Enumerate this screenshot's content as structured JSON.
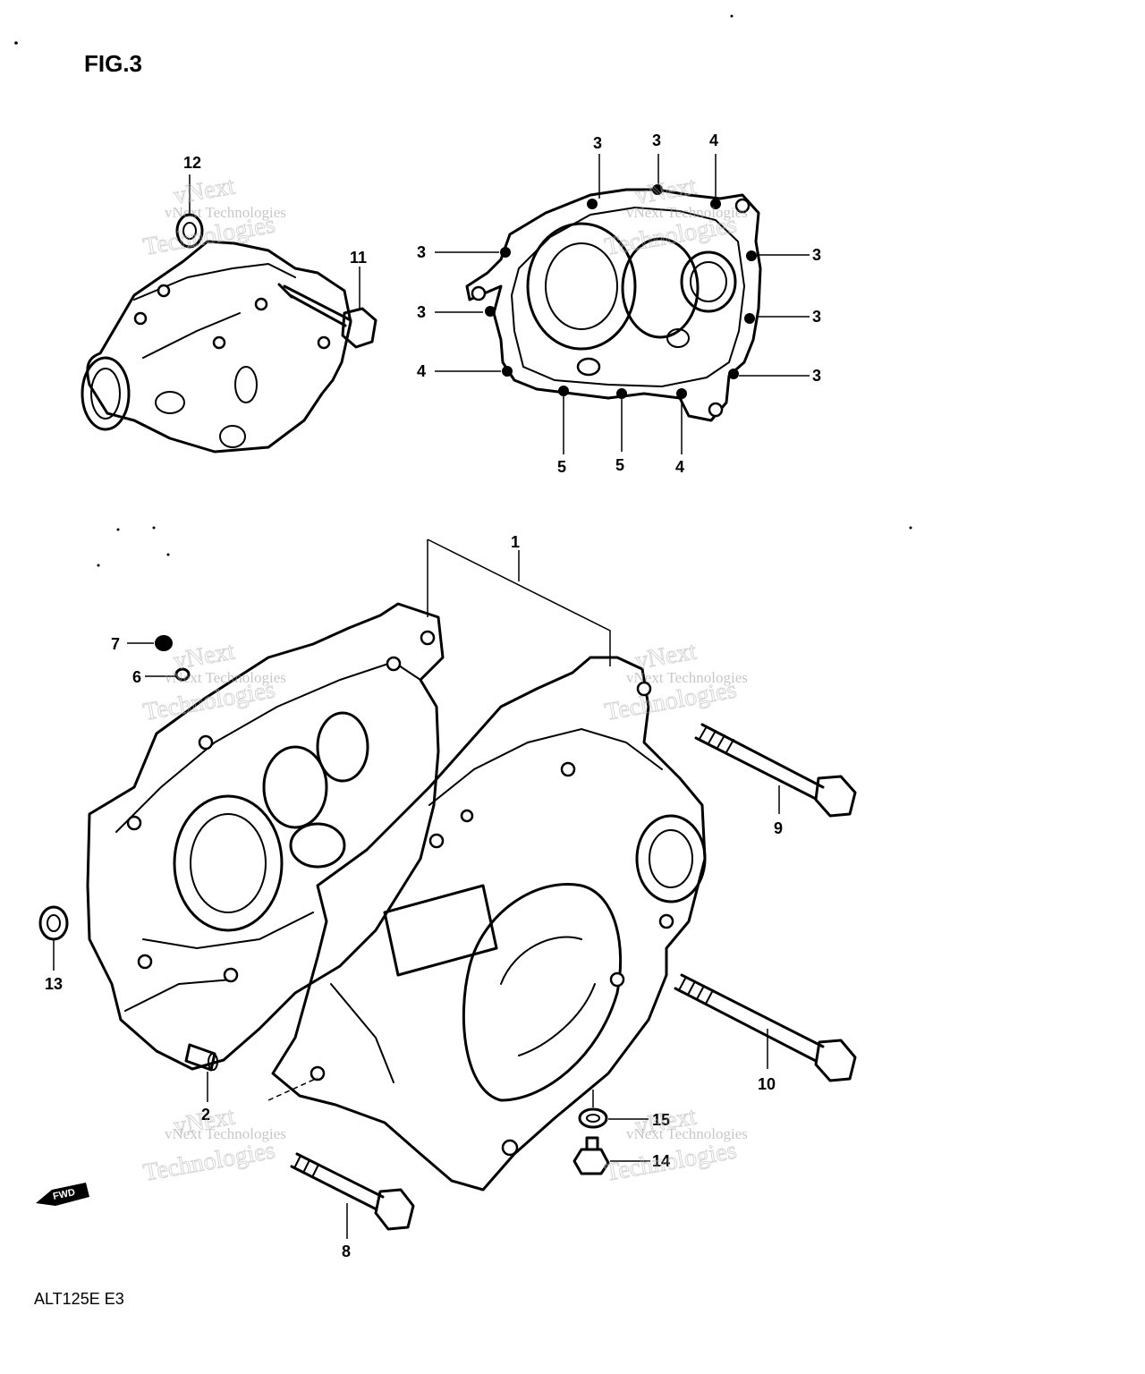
{
  "figure": {
    "title": "FIG.3",
    "model_code": "ALT125E  E3",
    "direction_tag": "FWD"
  },
  "watermark": {
    "brand": "vNext",
    "company": "vNext Technologies",
    "word": "Technologies"
  },
  "callouts": {
    "c1": "1",
    "c2": "2",
    "c3a": "3",
    "c3b": "3",
    "c3c": "3",
    "c3d": "3",
    "c3e": "3",
    "c3f": "3",
    "c3g": "3",
    "c4a": "4",
    "c4b": "4",
    "c4c": "4",
    "c5a": "5",
    "c5b": "5",
    "c6": "6",
    "c7": "7",
    "c8": "8",
    "c9": "9",
    "c10": "10",
    "c11": "11",
    "c12": "12",
    "c13": "13",
    "c14": "14",
    "c15": "15"
  },
  "icons": {
    "direction": "fwd-arrow-icon"
  }
}
